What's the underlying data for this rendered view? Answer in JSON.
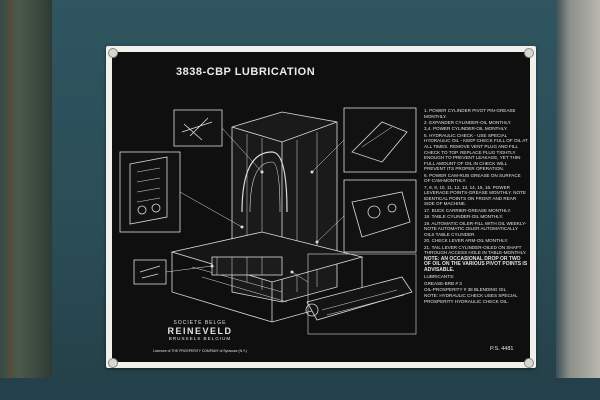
{
  "plate": {
    "title": "3838-CBP LUBRICATION",
    "maker_line1": "SOCIETE BELGE",
    "maker_line2": "REINEVELD",
    "maker_line3": "BRUSSELS   BELGIUM",
    "maker_line4": "Licensee of THE PROSPERITY COMPANY of Syracuse (N.Y.)",
    "ps_number": "P.S. 4481"
  },
  "notes": [
    "1. POWER CYLINDER PIVOT PIN-GREASE MONTHLY.",
    "2. EXPANDER CYLINDER-OIL MONTHLY.",
    "3,4. POWER CYLINDER-OIL MONTHLY.",
    "5. HYDRAULIC CHECK - USE SPECIAL HYDRAULIC OIL - KEEP CHECK FULL OF OIL AT ALL TIMES. REMOVE VENT PLUG AND FILL CHECK TO TOP. REPLACE PLUG TIGHTLY ENOUGH TO PREVENT LEAKAGE, YET THIN FULL AMOUNT OF OIL IN CHECK WILL PREVENT ITS PROPER OPERATION.",
    "6. POWER CAM-RUB GREASE ON SURFACE OF CAM-MONTHLY.",
    "7, 8, 9, 10, 11, 12, 13, 14, 15, 16. POWER LEVERAGE POINTS-GREASE MONTHLY. NOTE IDENTICAL POINTS ON FRONT AND REAR SIDE OF MACHINE.",
    "17. BUCK CARRIER-GREASE MONTHLY.",
    "18. TABLE CYLINDER-OIL MONTHLY.",
    "19. AUTOMATIC OILER-FILL WITH OIL WEEKLY-NOTE AUTOMATIC OILER AUTOMATICALLY OILS TABLE CYLINDER.",
    "20. CHECK LEVER ARM-OIL MONTHLY.",
    "21. TAIL LEVER CYLINDER-OILED ON SHAFT THROUGH ACCESS HOLE IN TABLE-MONTHLY."
  ],
  "note_advisable": "NOTE: AN OCCASIONAL DROP OR TWO OF OIL ON THE VARIOUS PIVOT POINTS IS ADVISABLE.",
  "lubricants_heading": "LUBRICANTS:",
  "lubricants": [
    "GREASE-BRB # 3",
    "OIL-PROSPERITY # 38 BLENDING OIL",
    "NOTE: HYDRAULIC CHECK USES SPECIAL PROSPERITY HYDRAULIC CHECK OIL."
  ],
  "colors": {
    "panel": "#0f0f0f",
    "plate_border": "#f0f0ec",
    "cabinet": "#2f5560"
  }
}
